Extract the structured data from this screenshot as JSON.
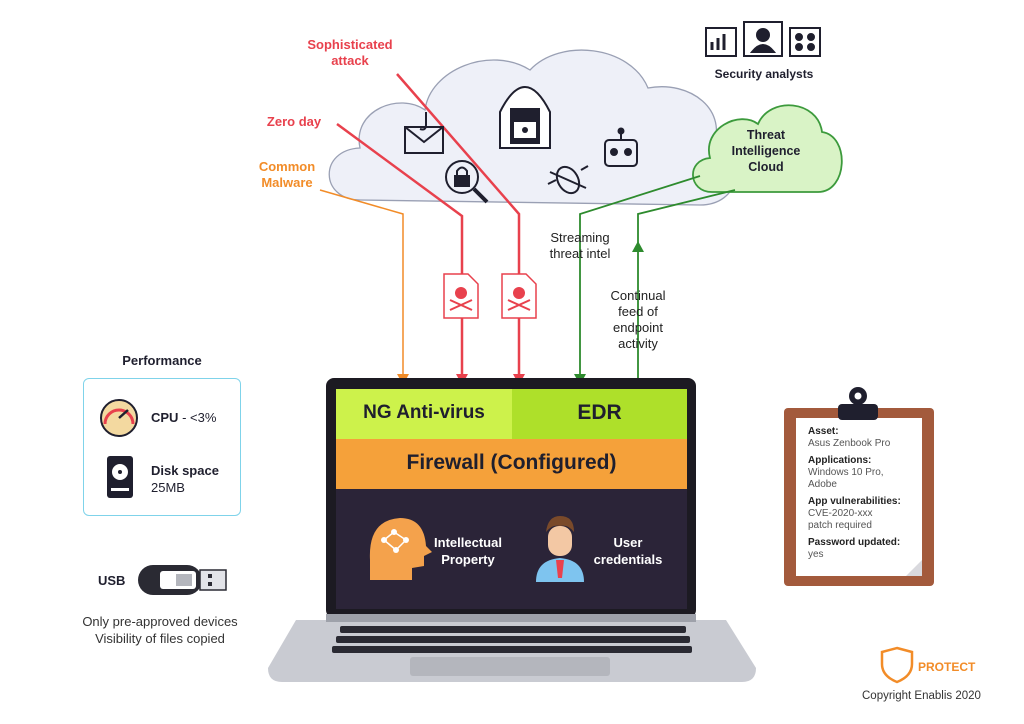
{
  "cloud": {
    "sophisticated": "Sophisticated\nattack",
    "zero_day": "Zero day",
    "common_malware": "Common\nMalware"
  },
  "analysts": {
    "label": "Security analysts"
  },
  "tic": {
    "label": "Threat\nIntelligence\nCloud"
  },
  "flows": {
    "streaming": "Streaming\nthreat intel",
    "continual": "Continual\nfeed of\nendpoint\nactivity"
  },
  "laptop": {
    "ng_av": "NG Anti-virus",
    "edr": "EDR",
    "firewall": "Firewall (Configured)",
    "ip": "Intellectual\nProperty",
    "creds": "User\ncredentials"
  },
  "performance": {
    "title": "Performance",
    "cpu_label": "CPU",
    "cpu_value": " - <3%",
    "disk_label": "Disk space",
    "disk_value": "25MB"
  },
  "usb": {
    "label": "USB",
    "line1": "Only pre-approved devices",
    "line2": "Visibility of files copied"
  },
  "clipboard": {
    "asset_k": "Asset:",
    "asset_v": "Asus Zenbook Pro",
    "apps_k": "Applications:",
    "apps_v": "Windows 10 Pro,\nAdobe",
    "vuln_k": "App vulnerabilities:",
    "vuln_v": "CVE-2020-xxx\npatch required",
    "pwd_k": "Password updated:",
    "pwd_v": "yes"
  },
  "footer": {
    "protect": "PROTECT",
    "copyright": "Copyright Enablis 2020"
  },
  "colors": {
    "red": "#e8414d",
    "orange": "#f28c28",
    "green": "#2e8b2e",
    "lime": "#cdf24b",
    "lime_dark": "#aee02a",
    "firewall": "#f5a13a",
    "screen": "#2b2438"
  }
}
